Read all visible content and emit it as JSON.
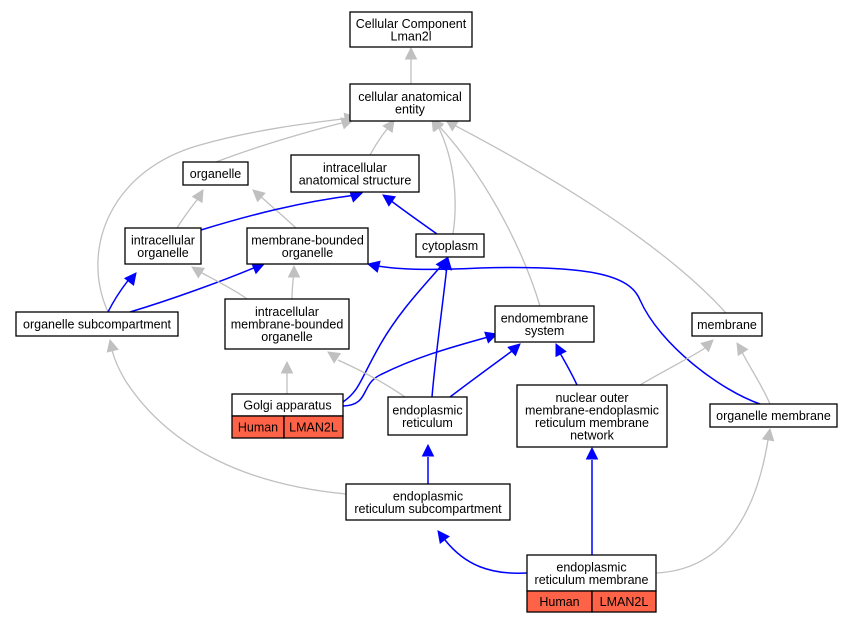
{
  "nodes": {
    "root": [
      "Cellular Component",
      "Lman2l"
    ],
    "cae": [
      "cellular anatomical",
      "entity"
    ],
    "organelle": [
      "organelle"
    ],
    "ias": [
      "intracellular",
      "anatomical structure"
    ],
    "io": [
      "intracellular",
      "organelle"
    ],
    "mbo": [
      "membrane-bounded",
      "organelle"
    ],
    "cytoplasm": [
      "cytoplasm"
    ],
    "osc": [
      "organelle subcompartment"
    ],
    "imbo": [
      "intracellular",
      "membrane-bounded",
      "organelle"
    ],
    "ems": [
      "endomembrane",
      "system"
    ],
    "membrane": [
      "membrane"
    ],
    "golgi": [
      "Golgi apparatus"
    ],
    "er": [
      "endoplasmic",
      "reticulum"
    ],
    "nomerm": [
      "nuclear outer",
      "membrane-endoplasmic",
      "reticulum membrane",
      "network"
    ],
    "om": [
      "organelle membrane"
    ],
    "ersc": [
      "endoplasmic",
      "reticulum subcompartment"
    ],
    "erm": [
      "endoplasmic",
      "reticulum membrane"
    ]
  },
  "annotations": {
    "golgi": [
      "Human",
      "LMAN2L"
    ],
    "erm": [
      "Human",
      "LMAN2L"
    ]
  },
  "colors": {
    "is_a_edge": "#c0c0c0",
    "part_of_edge": "#0000ff",
    "annotation_fill": "#ff6347"
  }
}
